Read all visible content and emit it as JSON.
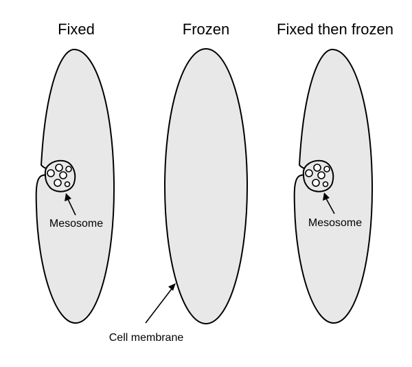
{
  "panels": [
    {
      "title": "Fixed",
      "mesosome_label": "Mesosome"
    },
    {
      "title": "Frozen"
    },
    {
      "title": "Fixed then frozen",
      "mesosome_label": "Mesosome"
    }
  ],
  "cell_membrane_label": "Cell membrane",
  "colors": {
    "cell_fill": "#e8e8e8",
    "outline": "#000000",
    "vesicle_fill": "#ffffff",
    "background": "#ffffff"
  }
}
